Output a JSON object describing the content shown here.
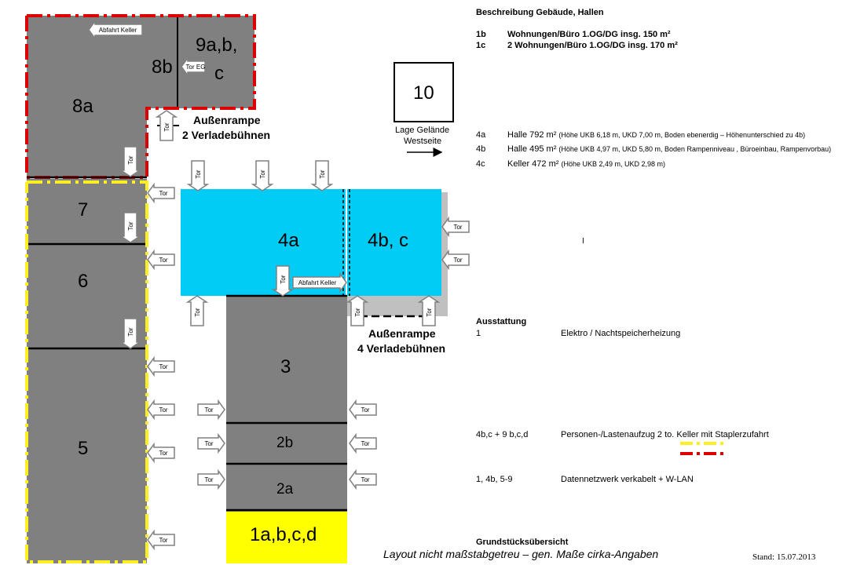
{
  "rooms": {
    "r8a": "8a",
    "r8b": "8b",
    "r9abc_line1": "9a,b,",
    "r9abc_line2": "c",
    "r7": "7",
    "r6": "6",
    "r5": "5",
    "r4a": "4a",
    "r4bc": "4b, c",
    "r3": "3",
    "r2b": "2b",
    "r2a": "2a",
    "r1abcd": "1a,b,c,d",
    "r10": "10"
  },
  "labels": {
    "tor": "Tor",
    "tor_eg": "Tor EG",
    "abfahrt_keller": "Abfahrt Keller",
    "ramp_top_line1": "Außenrampe",
    "ramp_top_line2": "2 Verladebühnen",
    "ramp_bottom_line1": "Außenrampe",
    "ramp_bottom_line2": "4 Verladebühnen",
    "lage_line1": "Lage Gelände",
    "lage_line2": "Westseite",
    "caption": "Layout nicht maßstabgetreu – gen. Maße cirka-Angaben",
    "stand": "Stand: 15.07.2013",
    "cursor_mark": "I"
  },
  "info": {
    "title": "Beschreibung Gebäude, Hallen",
    "rows1": [
      {
        "key": "1b",
        "text": "Wohnungen/Büro 1.OG/DG insg. 150 m²"
      },
      {
        "key": "1c",
        "text": "2 Wohnungen/Büro 1.OG/DG insg. 170 m²"
      }
    ],
    "rows2": [
      {
        "key": "4a",
        "main": "Halle 792 m²",
        "detail": "(Höhe UKB 6,18 m, UKD 7,00 m, Boden ebenerdig – Höhenunterschied zu 4b)"
      },
      {
        "key": "4b",
        "main": "Halle 495 m²",
        "detail": "(Höhe UKB 4,97 m, UKD 5,80 m, Boden Rampenniveau , Büroeinbau, Rampenvorbau)"
      },
      {
        "key": "4c",
        "main": "Keller 472 m²",
        "detail": "(Höhe UKB 2,49 m, UKD 2,98 m)"
      }
    ],
    "ausstattung_title": "Ausstattung",
    "equip": [
      {
        "key": "1",
        "text": "Elektro / Nachtspeicherheizung"
      },
      {
        "key": "4b,c + 9 b,c,d",
        "text": "Personen-/Lastenaufzug 2 to. Keller mit Staplerzufahrt"
      },
      {
        "key": "1, 4b, 5-9",
        "text": "Datennetzwerk verkabelt + W-LAN"
      }
    ],
    "grund_title": "Grundstücksübersicht"
  },
  "colors": {
    "gray": "#808080",
    "lightgray": "#c0c0c0",
    "cyan": "#00ccf5",
    "yellow": "#ffff00",
    "red_dash": "#dd0000",
    "yellow_dash": "#ffee22"
  }
}
